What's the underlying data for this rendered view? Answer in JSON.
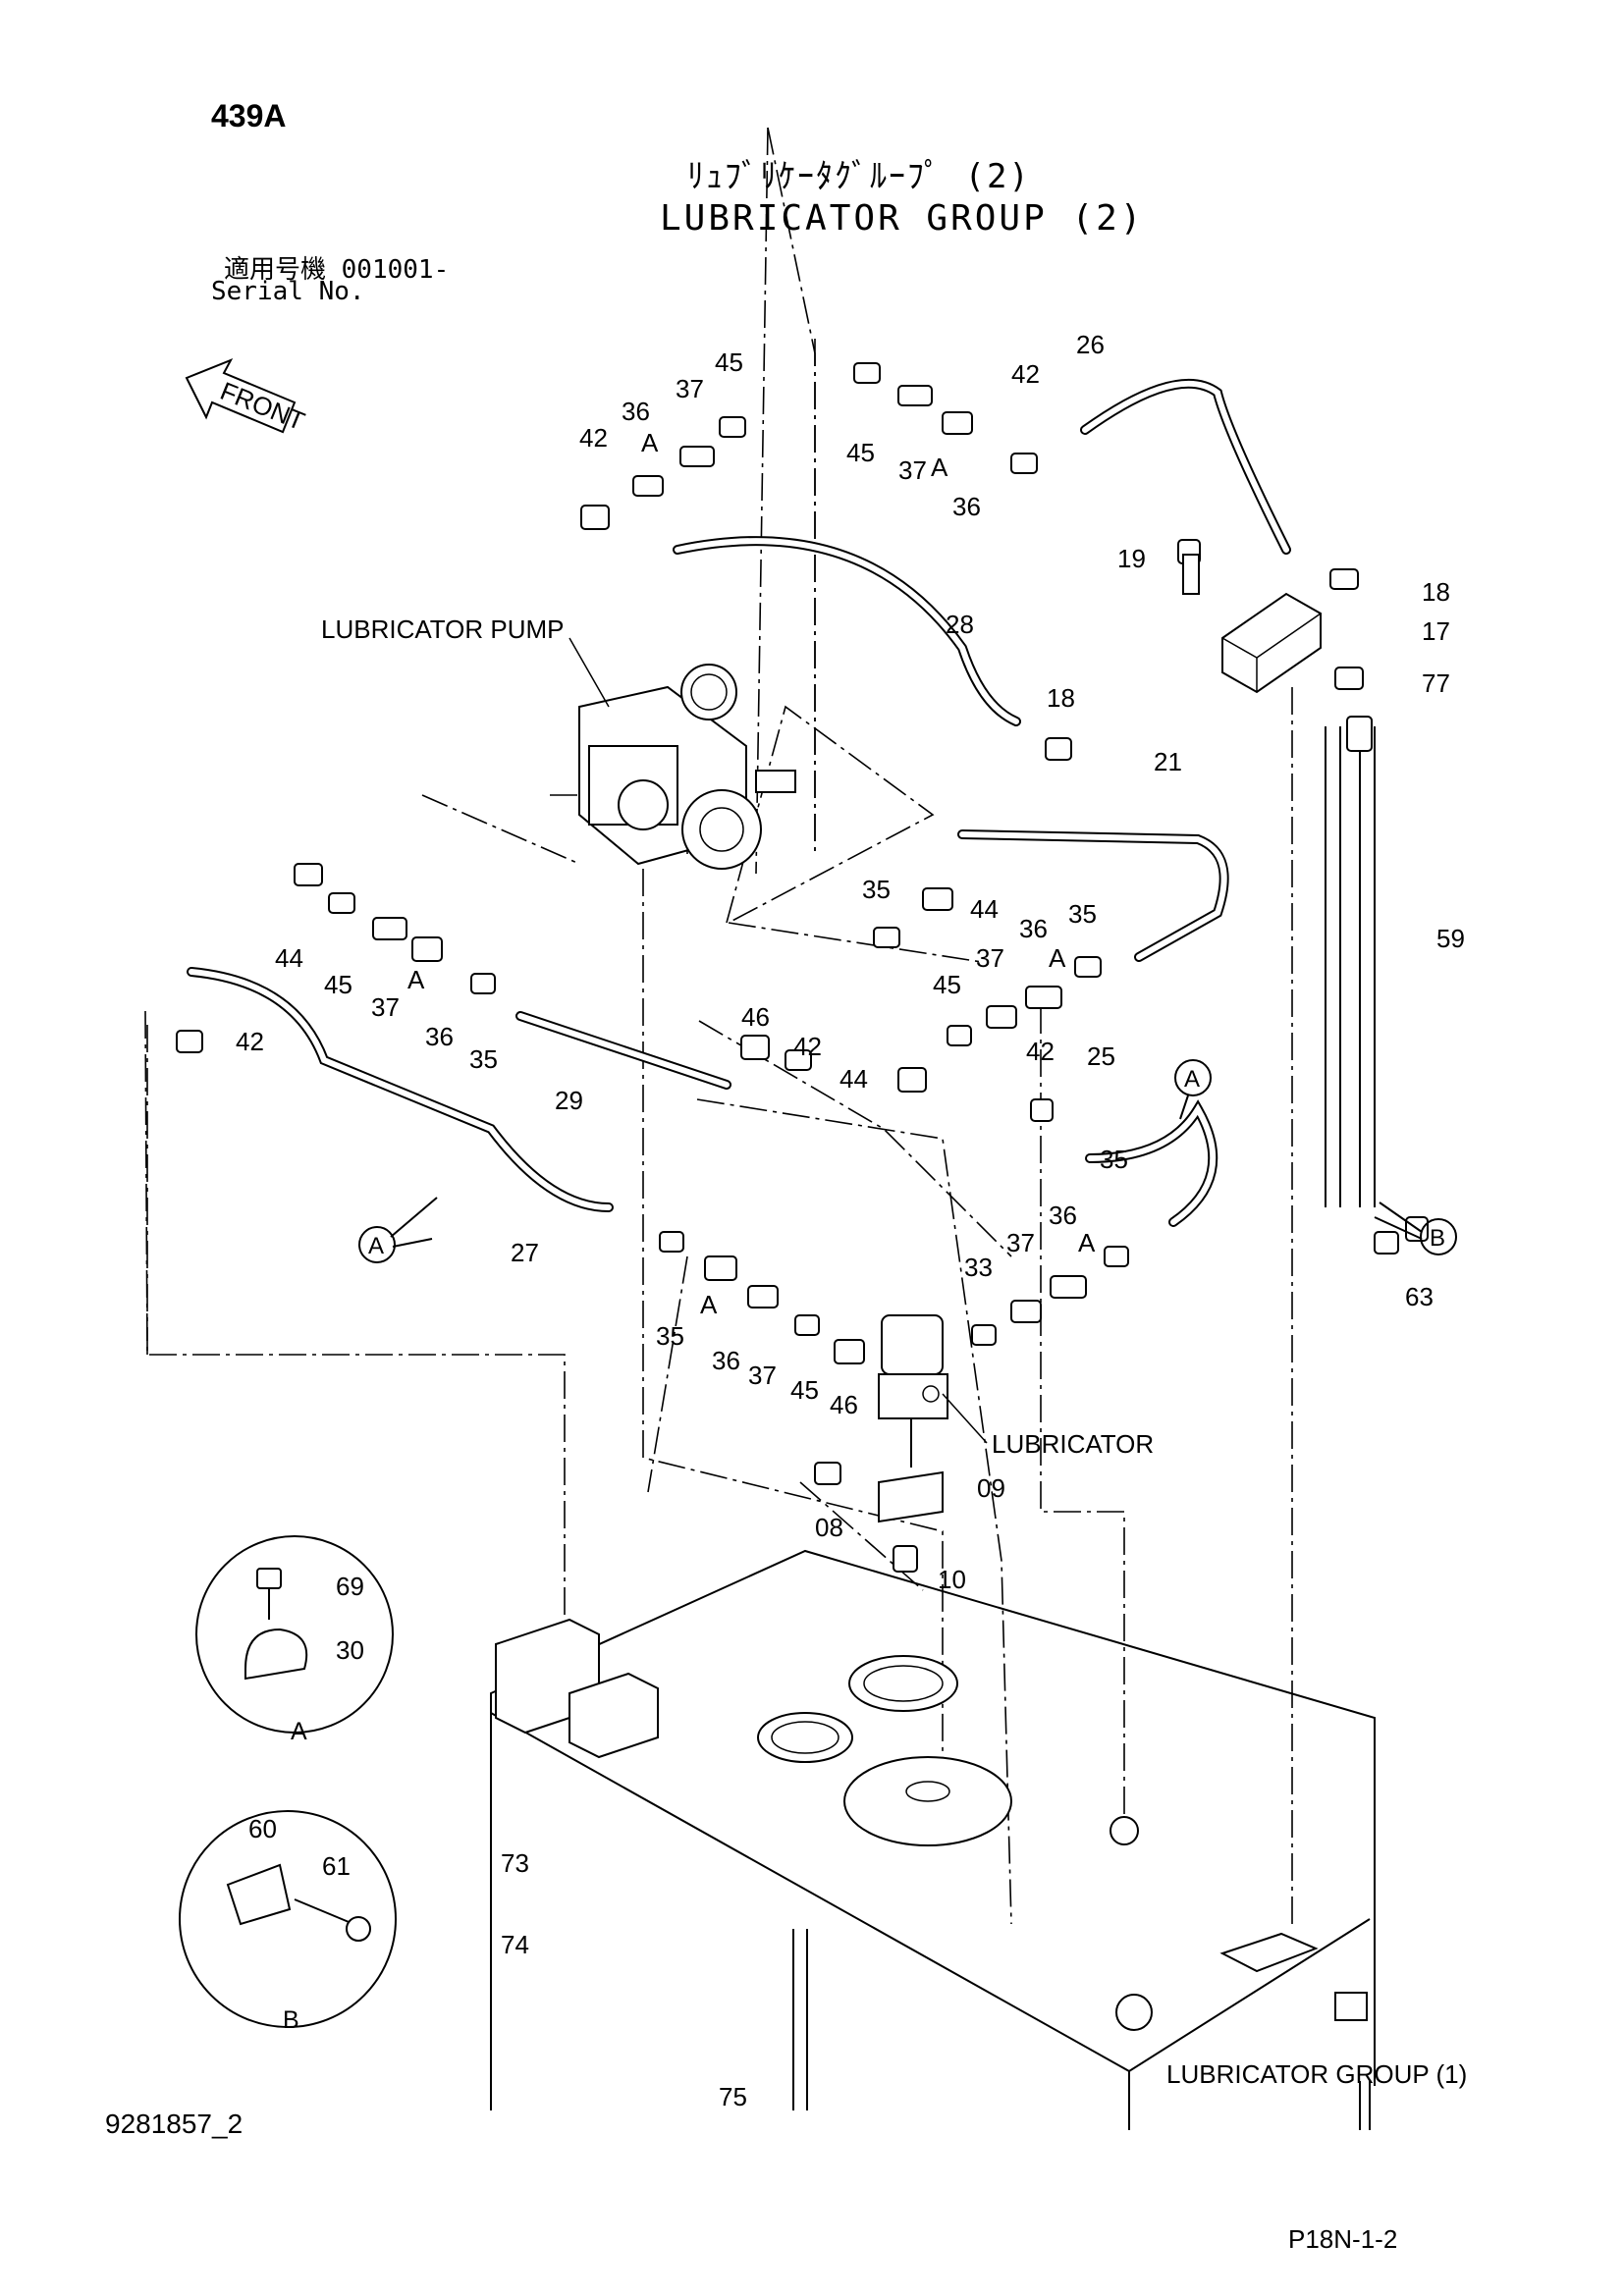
{
  "header": {
    "page_id": "439A",
    "title_jp": "ﾘｭﾌﾞﾘｹｰﾀｸﾞﾙｰﾌﾟ (2)",
    "title_en": "LUBRICATOR GROUP (2)",
    "serial_jp": "適用号機  001001-",
    "serial_en": "Serial No."
  },
  "footer": {
    "drawing_no": "9281857_2",
    "sheet_ref": "P18N-1-2"
  },
  "labels": {
    "front": "FRONT",
    "lubricator_pump": "LUBRICATOR PUMP",
    "lubricator": "LUBRICATOR",
    "lubricator_group_1": "LUBRICATOR GROUP (1)",
    "detail_a": "A",
    "detail_b": "B",
    "callout_a": "A",
    "callout_b": "B"
  },
  "part_numbers": {
    "p08": "08",
    "p09": "09",
    "p10": "10",
    "p17": "17",
    "p18": "18",
    "p19": "19",
    "p21": "21",
    "p25": "25",
    "p26": "26",
    "p27": "27",
    "p28": "28",
    "p29": "29",
    "p30": "30",
    "p33": "33",
    "p35": "35",
    "p36": "36",
    "p37": "37",
    "p42": "42",
    "p44": "44",
    "p45": "45",
    "p46": "46",
    "p59": "59",
    "p60": "60",
    "p61": "61",
    "p63": "63",
    "p69": "69",
    "p73": "73",
    "p74": "74",
    "p75": "75",
    "p77": "77"
  }
}
